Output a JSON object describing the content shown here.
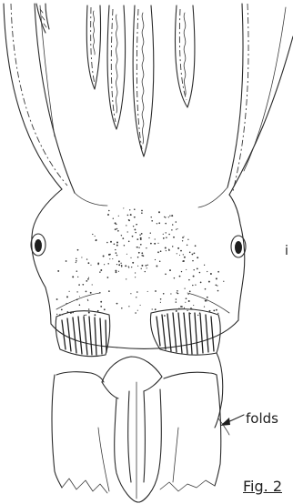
{
  "labels": {
    "folds": "folds",
    "figure": "Fig. 2",
    "stray_mark": "i"
  }
}
